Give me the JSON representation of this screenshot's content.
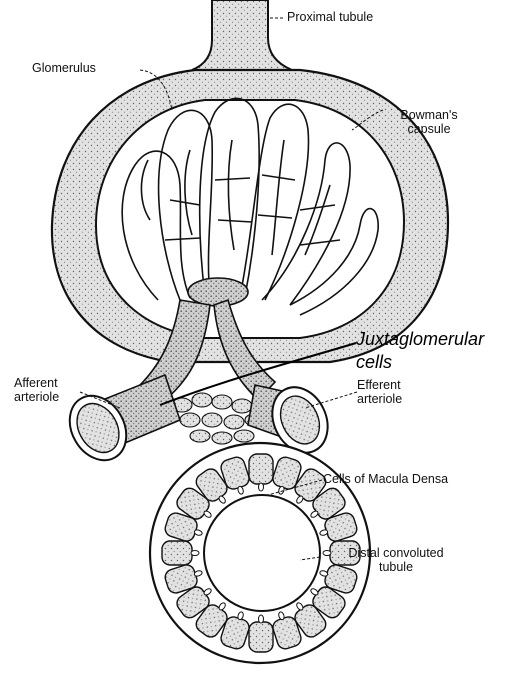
{
  "labels": {
    "proximal_tubule": "Proximal tubule",
    "glomerulus": "Glomerulus",
    "bowmans_capsule": [
      "Bowman's",
      "capsule"
    ],
    "juxtaglomerular_cells": [
      "Juxtaglomerular",
      "cells"
    ],
    "afferent_arteriole": [
      "Afferent",
      "arteriole"
    ],
    "efferent_arteriole": [
      "Efferent",
      "arteriole"
    ],
    "macula_densa": "Cells of Macula Densa",
    "distal_tubule": [
      "Distal convoluted",
      "tubule"
    ]
  },
  "colors": {
    "ink": "#111111",
    "stipple_fill": "#dcdcdc",
    "paper": "#ffffff"
  }
}
